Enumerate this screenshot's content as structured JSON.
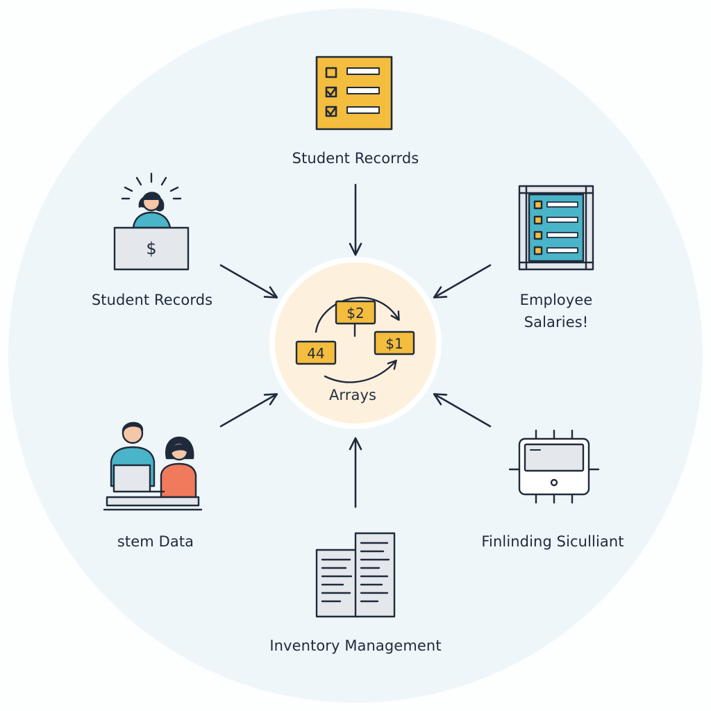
{
  "center": {
    "label": "Arrays",
    "cards": [
      "$2",
      "$1",
      "44"
    ]
  },
  "nodes": {
    "top": {
      "label": "Student Recorrds"
    },
    "top_left": {
      "label": "Student Records"
    },
    "top_right": {
      "line1": "Employee",
      "line2": "Salaries!"
    },
    "bottom_left": {
      "label": "stem Data"
    },
    "bottom_right": {
      "label": "Finlinding Siculliant"
    },
    "bottom": {
      "label": "Inventory Management"
    }
  },
  "icons": {
    "top": "checklist-icon",
    "top_left": "person-at-laptop-icon",
    "top_right": "checklist-clipboard-icon",
    "bottom_left": "two-people-laptop-icon",
    "bottom_right": "tablet-device-icon",
    "bottom": "documents-icon",
    "laptop_glyph": "$"
  },
  "colors": {
    "background_circle": "#eef6fa",
    "center_circle": "#fdf1de",
    "card_fill": "#f5bd3e",
    "card_stroke": "#1f2a3a",
    "stroke": "#1f2a3a",
    "teal": "#4ab4c8",
    "salmon": "#f07a5c",
    "gray": "#e4e7ec"
  }
}
